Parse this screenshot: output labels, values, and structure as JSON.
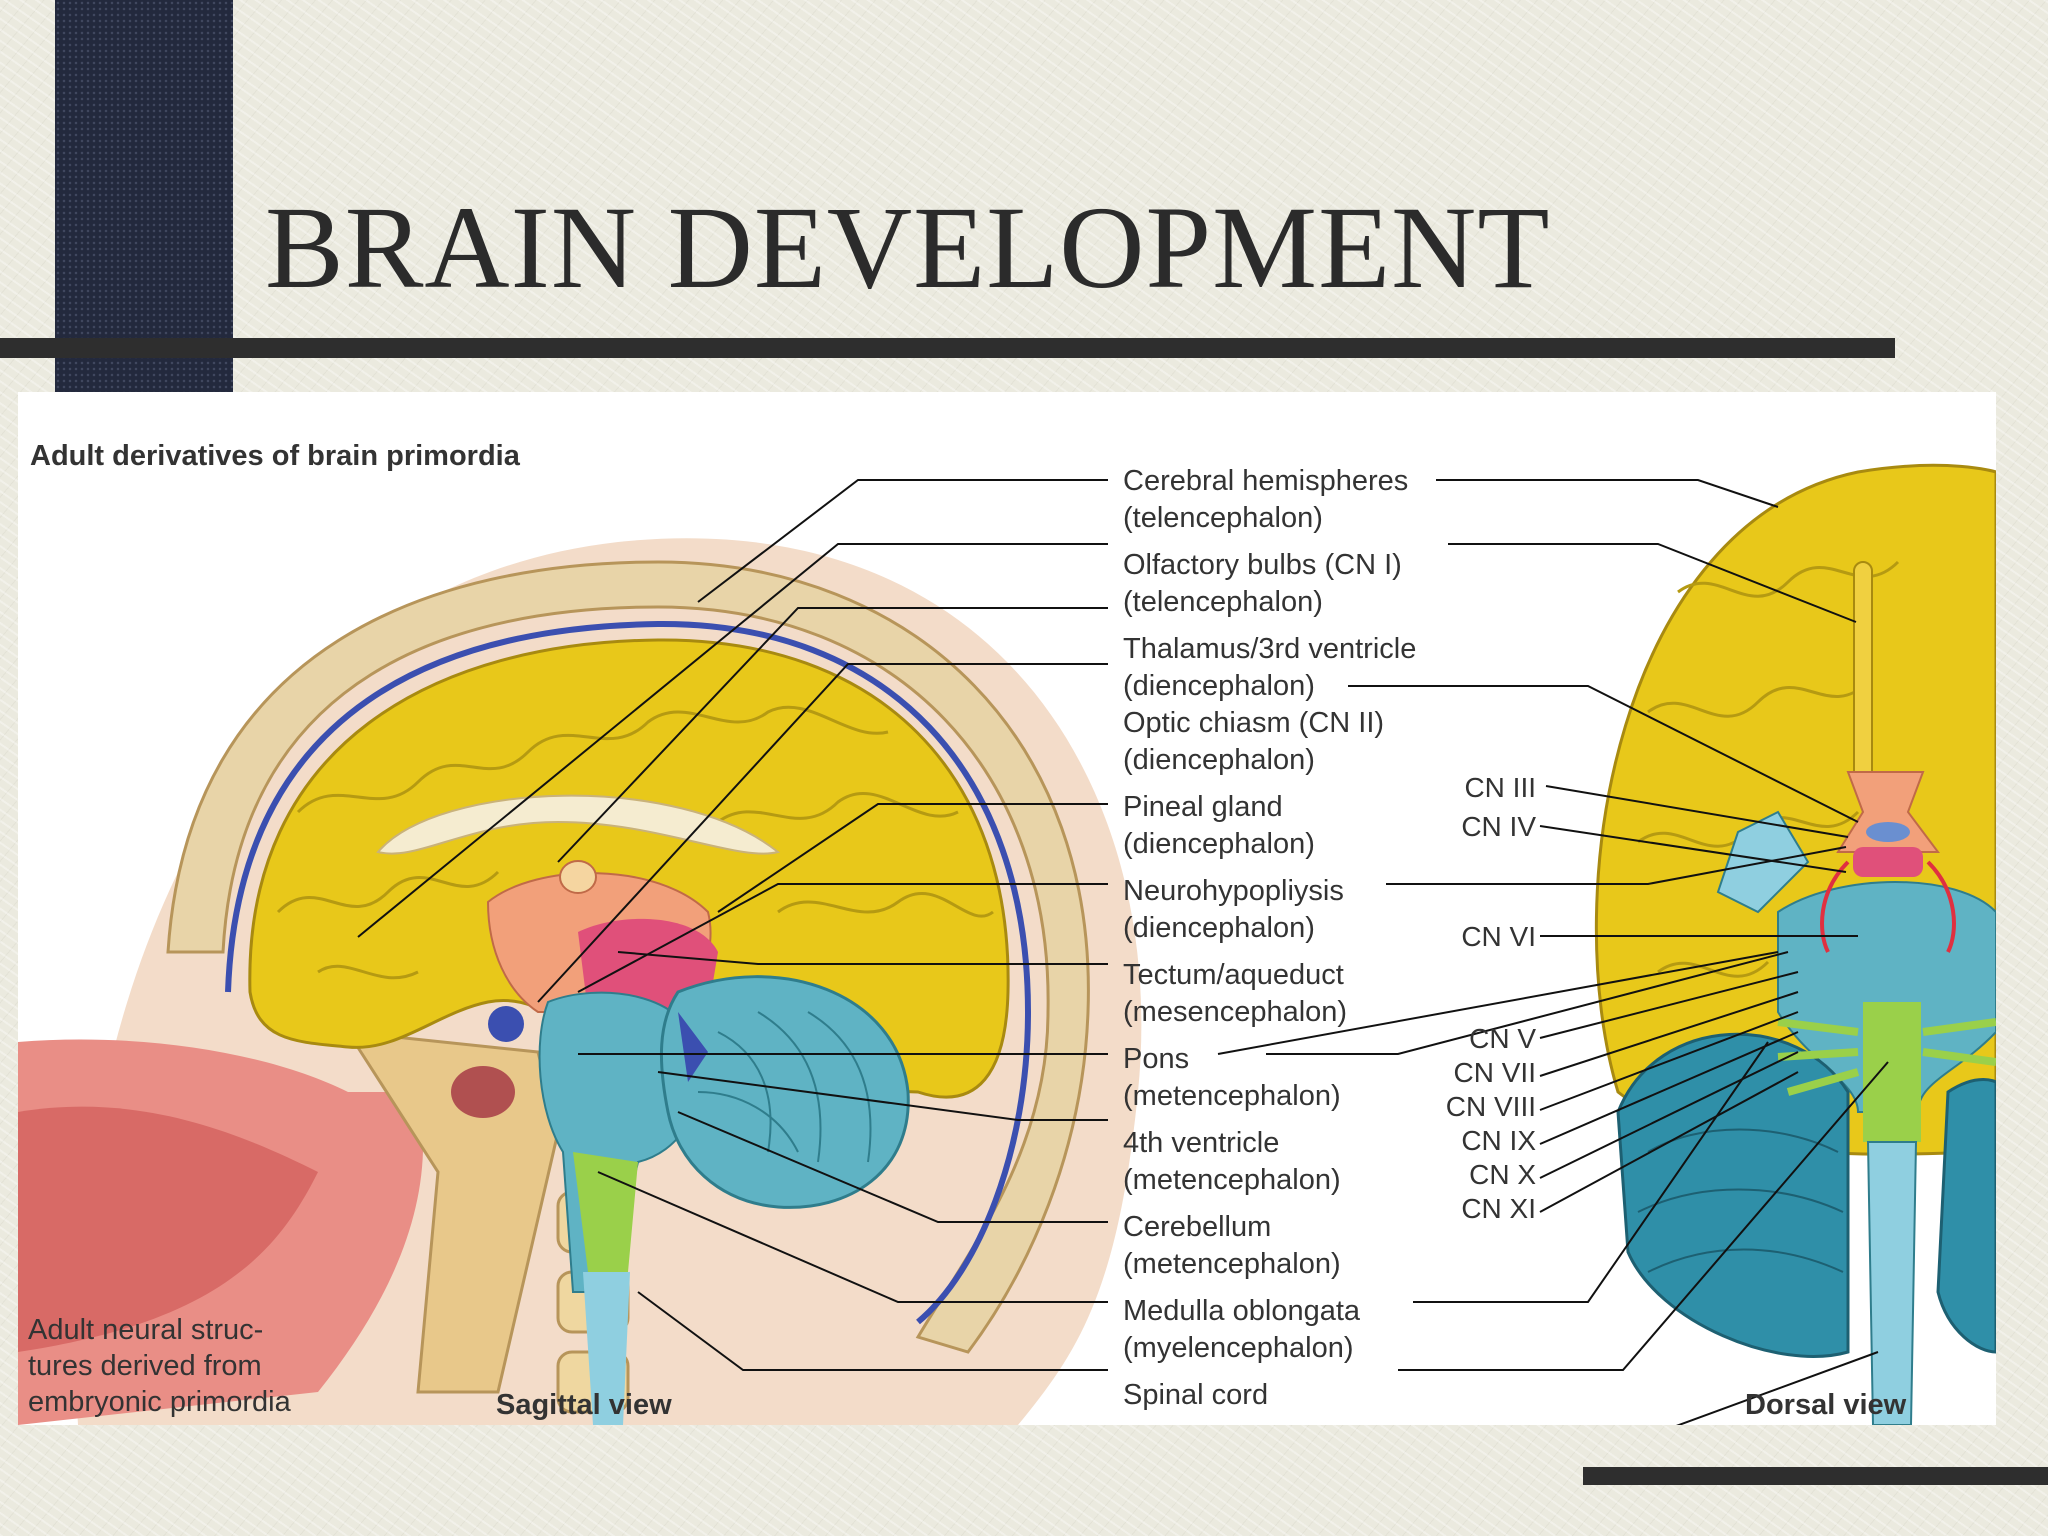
{
  "slide": {
    "title": "BRAIN DEVELOPMENT"
  },
  "figure": {
    "title": "Adult derivatives of brain primordia",
    "caption": [
      "Adult neural struc-",
      "tures derived from",
      "embryonic primordia"
    ],
    "sagittal_label": "Sagittal view",
    "dorsal_label": "Dorsal view",
    "structures": [
      {
        "name": "Cerebral hemispheres",
        "region": "(telencephalon)"
      },
      {
        "name": "Olfactory bulbs (CN I)",
        "region": "(telencephalon)"
      },
      {
        "name": "Thalamus/3rd ventricle",
        "region": "(diencephalon)"
      },
      {
        "name": "Optic chiasm (CN II)",
        "region": "(diencephalon)"
      },
      {
        "name": "Pineal gland",
        "region": "(diencephalon)"
      },
      {
        "name": "Neurohypopliysis",
        "region": "(diencephalon)"
      },
      {
        "name": "Tectum/aqueduct",
        "region": "(mesencephalon)"
      },
      {
        "name": "Pons",
        "region": "(metencephalon)"
      },
      {
        "name": "4th ventricle",
        "region": "(metencephalon)"
      },
      {
        "name": "Cerebellum",
        "region": "(metencephalon)"
      },
      {
        "name": "Medulla oblongata",
        "region": "(myelencephalon)"
      },
      {
        "name": "Spinal cord",
        "region": ""
      }
    ],
    "cranial_nerves": [
      "CN III",
      "CN IV",
      "CN VI",
      "CN V",
      "CN VII",
      "CN VIII",
      "CN IX",
      "CN X",
      "CN XI"
    ],
    "colors": {
      "telencephalon": "#e8c81a",
      "diencephalon": "#f2a07a",
      "mesencephalon": "#e0507a",
      "metencephalon": "#5fb3c4",
      "myelencephalon": "#9ad04a",
      "spinal_cord": "#8fcfe0",
      "skull": "#e8d4a8",
      "ventricle_blue": "#3b4fb0"
    }
  }
}
